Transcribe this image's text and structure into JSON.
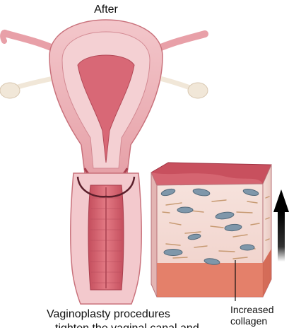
{
  "title": "After",
  "caption": {
    "line1": "Vaginoplasty procedures",
    "line2": "tighten the vaginal canal and"
  },
  "annotation": {
    "line1": "Increased",
    "line2": "collagen"
  },
  "colors": {
    "tissue_pink": "#e9a3ab",
    "tissue_light": "#f6d6d8",
    "tissue_dark": "#c9576a",
    "canal_red": "#d4606c",
    "bone": "#f1e7d8",
    "block_top": "#c8505e",
    "block_side": "#f3dcd6",
    "block_base": "#e0745e",
    "cell_blue": "#7f97aa",
    "arrow_black": "#000000"
  }
}
